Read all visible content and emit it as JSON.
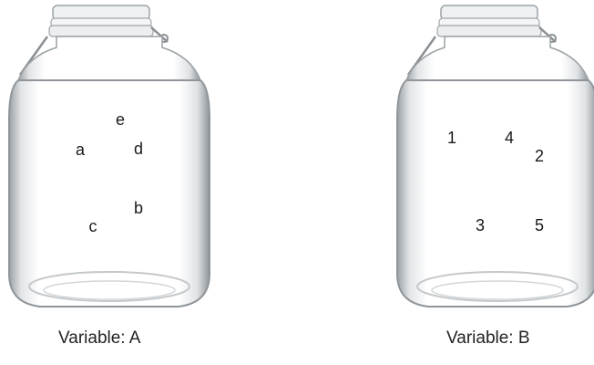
{
  "jars": [
    {
      "caption": "Variable: A",
      "items": [
        "e",
        "a",
        "d",
        "b",
        "c"
      ]
    },
    {
      "caption": "Variable: B",
      "items": [
        "1",
        "4",
        "2",
        "3",
        "5"
      ]
    }
  ]
}
